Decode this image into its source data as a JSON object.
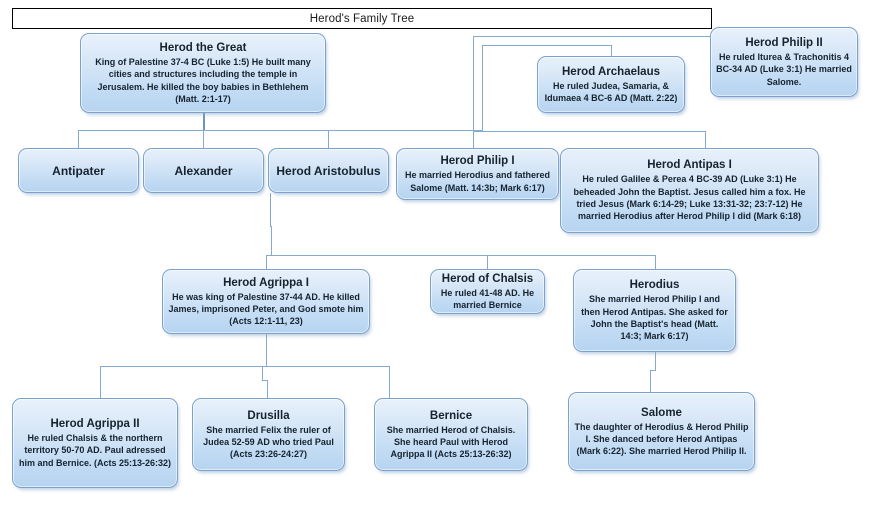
{
  "title": {
    "text": "Herod's Family Tree"
  },
  "colors": {
    "box_border": "#7ba2cd",
    "box_fill_top": "#e8f1fb",
    "box_fill_bottom": "#b6d3f0",
    "connector": "#86a9ce",
    "title_border": "#000000",
    "text": "#16232f"
  },
  "nodes": {
    "herod_the_great": {
      "name": "Herod the Great",
      "desc": "King of Palestine 37-4 BC (Luke 1:5) He built many cities and structures including the temple in Jerusalem. He killed the boy babies in Bethlehem (Matt. 2:1-17)"
    },
    "herod_archaelaus": {
      "name": "Herod Archaelaus",
      "desc": "He ruled Judea, Samaria, & Idumaea 4 BC-6 AD (Matt. 2:22)"
    },
    "herod_philip_ii": {
      "name": "Herod Philip II",
      "desc": "He ruled Iturea & Trachonitis 4 BC-34 AD (Luke 3:1) He married Salome."
    },
    "antipater": {
      "name": "Antipater",
      "desc": ""
    },
    "alexander": {
      "name": "Alexander",
      "desc": ""
    },
    "herod_aristobulus": {
      "name": "Herod Aristobulus",
      "desc": ""
    },
    "herod_philip_i": {
      "name": "Herod Philip I",
      "desc": "He married Herodius and fathered Salome (Matt. 14:3b; Mark 6:17)"
    },
    "herod_antipas_i": {
      "name": "Herod Antipas I",
      "desc": "He ruled Galilee & Perea 4 BC-39 AD (Luke 3:1) He beheaded John the Baptist. Jesus called him a fox. He tried Jesus (Mark 6:14-29; Luke 13:31-32; 23:7-12) He married Herodius after Herod Philip I did (Mark 6:18)"
    },
    "herod_agrippa_i": {
      "name": "Herod Agrippa I",
      "desc": "He was king of Palestine 37-44 AD. He killed James, imprisoned Peter, and God smote him (Acts 12:1-11, 23)"
    },
    "herod_of_chalsis": {
      "name": "Herod of Chalsis",
      "desc": "He ruled 41-48 AD. He married Bernice"
    },
    "herodius": {
      "name": "Herodius",
      "desc": "She married Herod Philip I and then Herod Antipas. She asked for John the Baptist's head (Matt. 14:3; Mark 6:17)"
    },
    "herod_agrippa_ii": {
      "name": "Herod Agrippa II",
      "desc": "He ruled Chalsis & the northern territory 50-70 AD. Paul adressed him and Bernice. (Acts 25:13-26:32)"
    },
    "drusilla": {
      "name": "Drusilla",
      "desc": "She married Felix the ruler of Judea 52-59 AD who tried Paul (Acts 23:26-24:27)"
    },
    "bernice": {
      "name": "Bernice",
      "desc": "She married Herod of Chalsis. She heard Paul with Herod Agrippa II (Acts 25:13-26:32)"
    },
    "salome": {
      "name": "Salome",
      "desc": "The daughter of Herodius & Herod Philip I. She danced before Herod Antipas (Mark 6:22). She married Herod Philip II."
    }
  }
}
